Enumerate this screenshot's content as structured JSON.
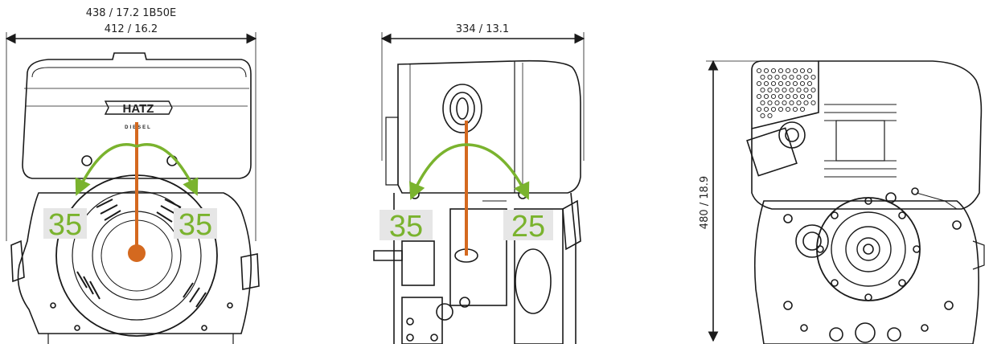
{
  "dimensions": {
    "front_width_upper": "438 / 17.2 1B50E",
    "front_width_lower": "412 / 16.2",
    "side_length": "334 / 13.1",
    "rear_height": "480 / 18.9"
  },
  "tilt_angles": {
    "front_left": "35",
    "front_right": "35",
    "side_left": "35",
    "side_right": "25"
  },
  "brand": {
    "logo": "HATZ",
    "sub": "DIESEL"
  },
  "colors": {
    "line": "#1a1a1a",
    "arc": "#7ab32e",
    "vertical_marker": "#d4691f",
    "label_bg": "#e6e6e6"
  }
}
